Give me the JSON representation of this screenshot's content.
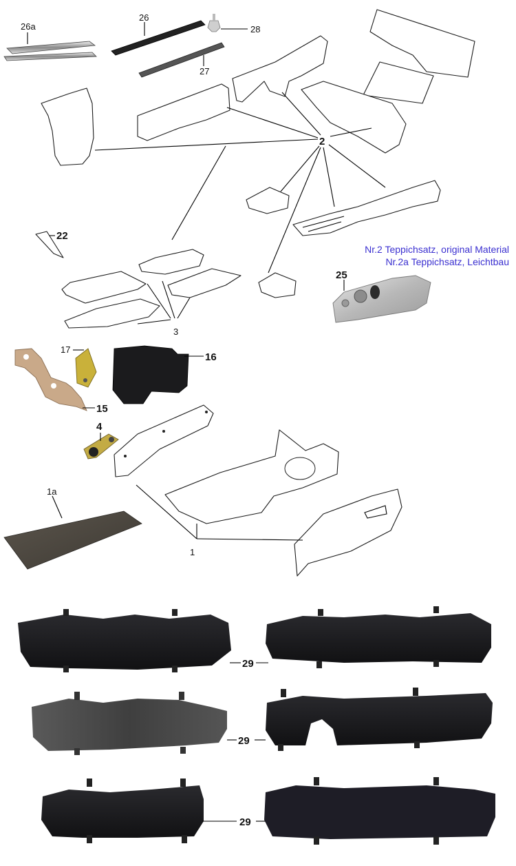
{
  "labels": {
    "l26a": "26a",
    "l26": "26",
    "l28": "28",
    "l27": "27",
    "l2": "2",
    "l22": "22",
    "l25": "25",
    "l3": "3",
    "l17": "17",
    "l16": "16",
    "l15": "15",
    "l4": "4",
    "l1a": "1a",
    "l1": "1",
    "l29a": "29",
    "l29b": "29",
    "l29c": "29"
  },
  "notes": {
    "line1": "Nr.2 Teppichsatz, original Material",
    "line2": "Nr.2a Teppichsatz, Leichtbau"
  },
  "colors": {
    "note_text": "#3a2fd0",
    "panel_black": "#1b1b1d",
    "panel_grey": "#4a4a4a",
    "tan_part": "#c9a989",
    "yellow_part": "#c9b13a"
  }
}
